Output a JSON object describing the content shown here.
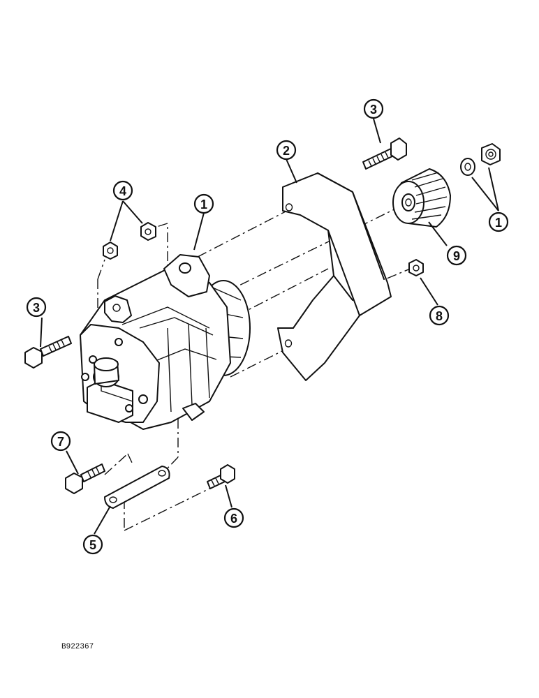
{
  "figure_code": "B922367",
  "callouts": [
    {
      "id": "c1a",
      "label": "1"
    },
    {
      "id": "c1b",
      "label": "1"
    },
    {
      "id": "c2",
      "label": "2"
    },
    {
      "id": "c3a",
      "label": "3"
    },
    {
      "id": "c3b",
      "label": "3"
    },
    {
      "id": "c4",
      "label": "4"
    },
    {
      "id": "c5",
      "label": "5"
    },
    {
      "id": "c6",
      "label": "6"
    },
    {
      "id": "c7",
      "label": "7"
    },
    {
      "id": "c8",
      "label": "8"
    },
    {
      "id": "c9",
      "label": "9"
    }
  ]
}
